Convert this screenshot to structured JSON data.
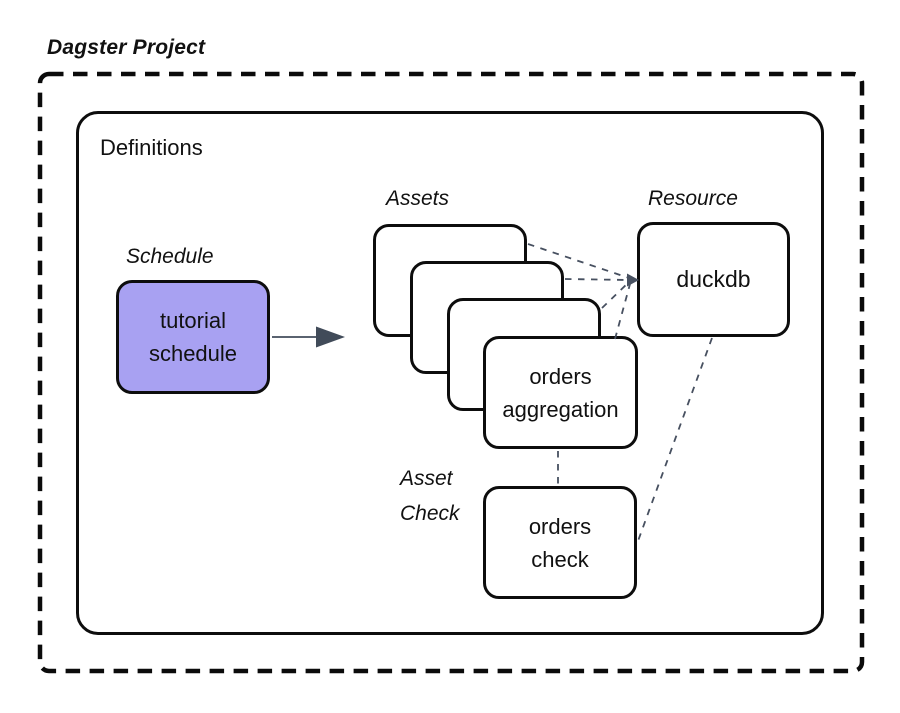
{
  "diagram": {
    "title": "Dagster Project",
    "definitions_label": "Definitions",
    "schedule": {
      "group_label": "Schedule",
      "node_line1": "tutorial",
      "node_line2": "schedule"
    },
    "assets": {
      "group_label": "Assets",
      "stack_count": 4,
      "front_node_line1": "orders",
      "front_node_line2": "aggregation"
    },
    "resource": {
      "group_label": "Resource",
      "node_label": "duckdb"
    },
    "asset_check": {
      "group_label_line1": "Asset",
      "group_label_line2": "Check",
      "node_line1": "orders",
      "node_line2": "check"
    },
    "colors": {
      "schedule_fill": "#A8A1F2",
      "box_border": "#0D0D0D",
      "connector": "#475060",
      "arrow_head": "#414B59"
    }
  }
}
